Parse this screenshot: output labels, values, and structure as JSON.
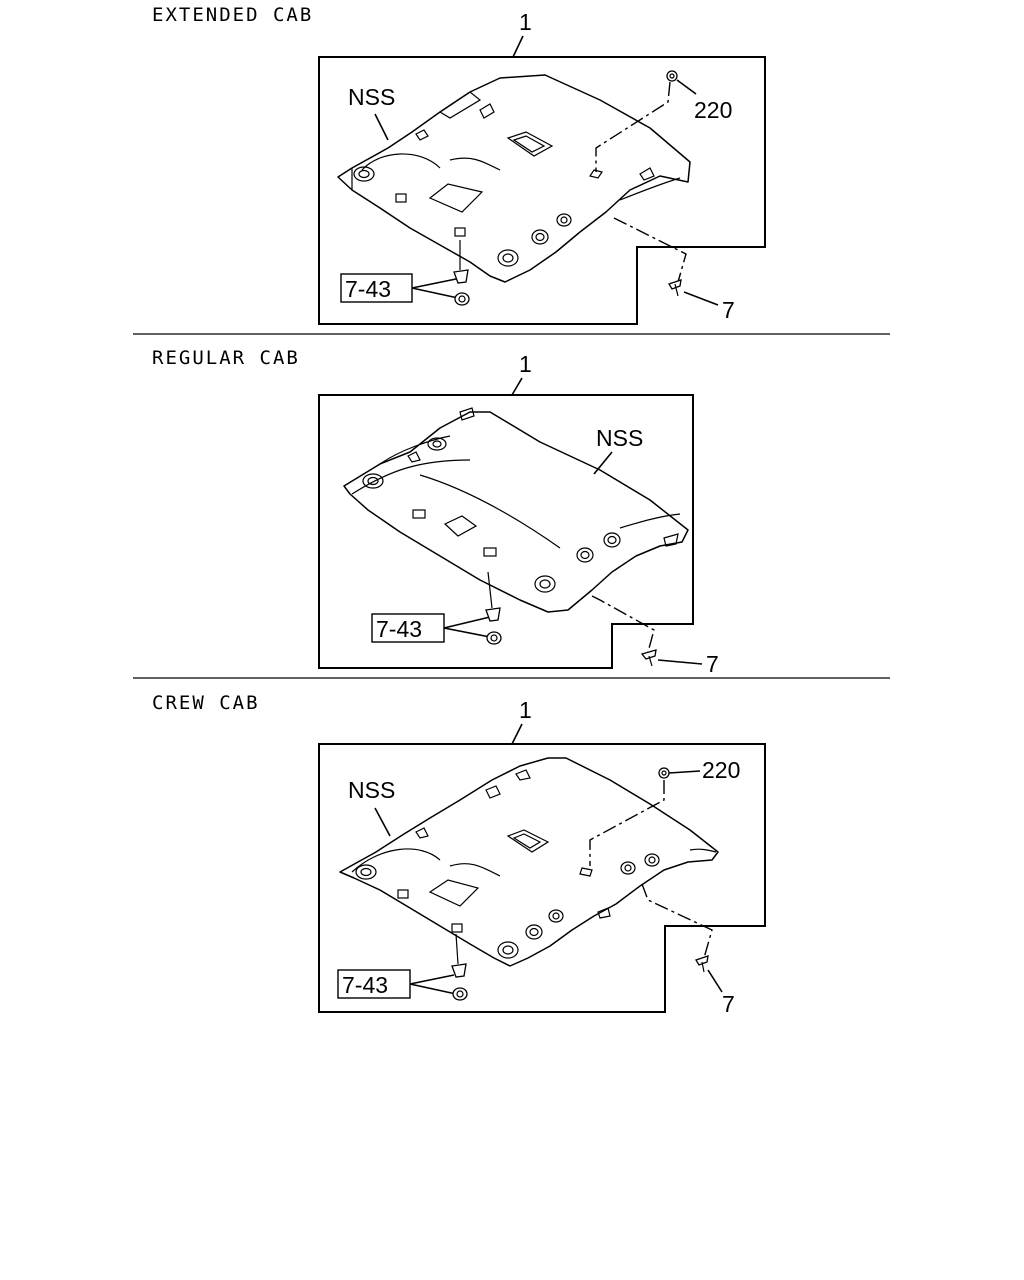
{
  "sections": [
    {
      "title": "EXTENDED CAB",
      "item": "1",
      "note": "NSS",
      "retainer": "7-43",
      "screw": "7",
      "cap": "220"
    },
    {
      "title": "REGULAR CAB",
      "item": "1",
      "note": "NSS",
      "retainer": "7-43",
      "screw": "7"
    },
    {
      "title": "CREW CAB",
      "item": "1",
      "note": "NSS",
      "retainer": "7-43",
      "screw": "7",
      "cap": "220"
    }
  ]
}
